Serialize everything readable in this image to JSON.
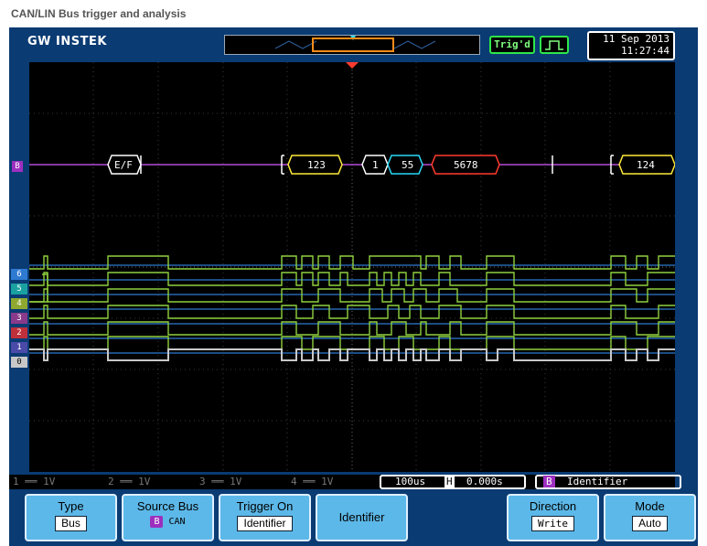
{
  "caption": "CAN/LIN Bus trigger and analysis",
  "brand": "GW INSTEK",
  "trigger_status": "Trig'd",
  "date": "11 Sep 2013",
  "time": "11:27:44",
  "bus_label": "B",
  "ch1_marker": "1",
  "ch_markers": [
    "6",
    "5",
    "4",
    "3",
    "2",
    "1",
    "0"
  ],
  "bus_decode": {
    "ef": "E/F",
    "id1": "123",
    "dlc": "1",
    "data1": "55",
    "crc": "5678",
    "id2": "124"
  },
  "status": {
    "ch1": "1",
    "ch1_v": "1V",
    "ch2": "2",
    "ch2_v": "1V",
    "ch3": "3",
    "ch3_v": "1V",
    "ch4": "4",
    "ch4_v": "1V",
    "timebase": "100us",
    "h_icon": "H",
    "position": "0.000s",
    "trig_badge": "B",
    "trig_on": "Identifier"
  },
  "menu": {
    "type_label": "Type",
    "type_value": "Bus",
    "source_label": "Source Bus",
    "source_badge": "B",
    "source_value": "CAN",
    "trigger_on_label": "Trigger On",
    "trigger_on_value": "Identifier",
    "identifier_label": "Identifier",
    "direction_label": "Direction",
    "direction_value": "Write",
    "mode_label": "Mode",
    "mode_value": "Auto"
  },
  "colors": {
    "bus": "#b44ad8",
    "frame_yellow": "#ffeb3b",
    "frame_cyan": "#29d9f5",
    "frame_red": "#ff3b2e",
    "trace_green": "#8fd13f",
    "trace_blue": "#2f7ad1",
    "trace_gray": "#c8c8c8"
  }
}
